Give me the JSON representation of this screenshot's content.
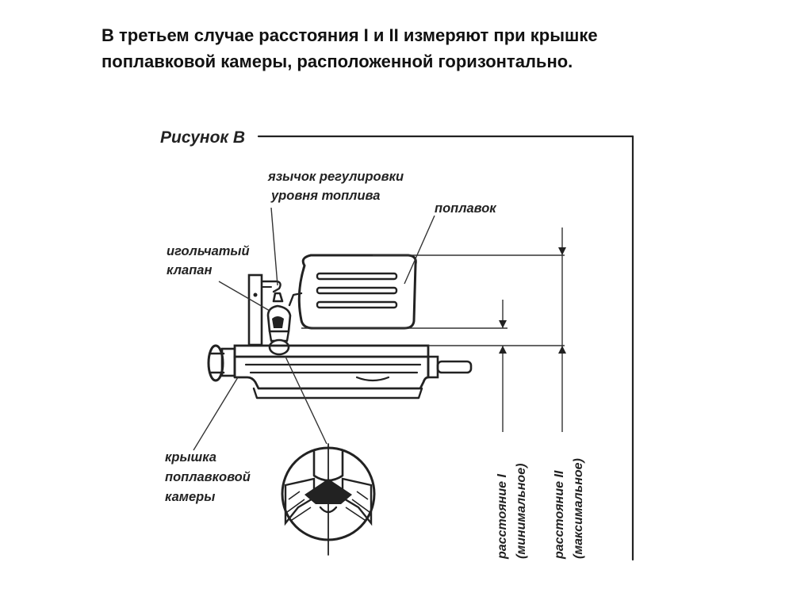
{
  "slide": {
    "heading_line1": "В третьем случае расстояния I  и II измеряют при крышке",
    "heading_line2": "поплавковой камеры, расположенной горизонтально."
  },
  "figure": {
    "title": "Рисунок В",
    "labels": {
      "tongue_line1": "язычок регулировки",
      "tongue_line2": "уровня топлива",
      "float": "поплавок",
      "needle_line1": "игольчатый",
      "needle_line2": "клапан",
      "cover_line1": "крышка",
      "cover_line2": "поплавковой",
      "cover_line3": "камеры",
      "dist1_line1": "расстояние I",
      "dist1_line2": "(минимальное)",
      "dist2_line1": "расстояние II",
      "dist2_line2": "(максимальное)"
    }
  },
  "colors": {
    "ink": "#222222",
    "background": "#ffffff"
  }
}
